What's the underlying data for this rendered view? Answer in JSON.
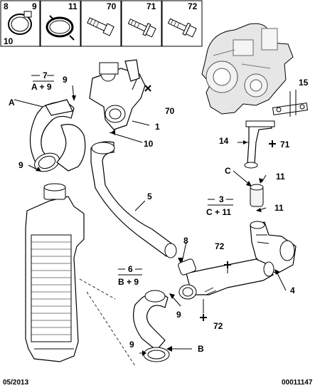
{
  "legend_boxes": [
    {
      "top_left": "8",
      "top_right": "9",
      "bottom_left": "10"
    },
    {
      "top_right": "11"
    },
    {
      "top_right": "70"
    },
    {
      "top_right": "71"
    },
    {
      "top_right": "72"
    }
  ],
  "labels": {
    "l7": "7",
    "a_plus_9": "A + 9",
    "l9a": "9",
    "lA": "A",
    "l70": "70",
    "l1": "1",
    "l10": "10",
    "l9b": "9",
    "l5": "5",
    "l15": "15",
    "l14": "14",
    "l71": "71",
    "lC": "C",
    "l11a": "11",
    "l3": "3",
    "c_plus_11": "C + 11",
    "l11b": "11",
    "l8": "8",
    "l72a": "72",
    "l6": "6",
    "b_plus_9": "B + 9",
    "l4": "4",
    "l9c": "9",
    "l72b": "72",
    "l9d": "9",
    "lB": "B"
  },
  "footer": {
    "date": "05/2013",
    "ref": "00011147"
  }
}
